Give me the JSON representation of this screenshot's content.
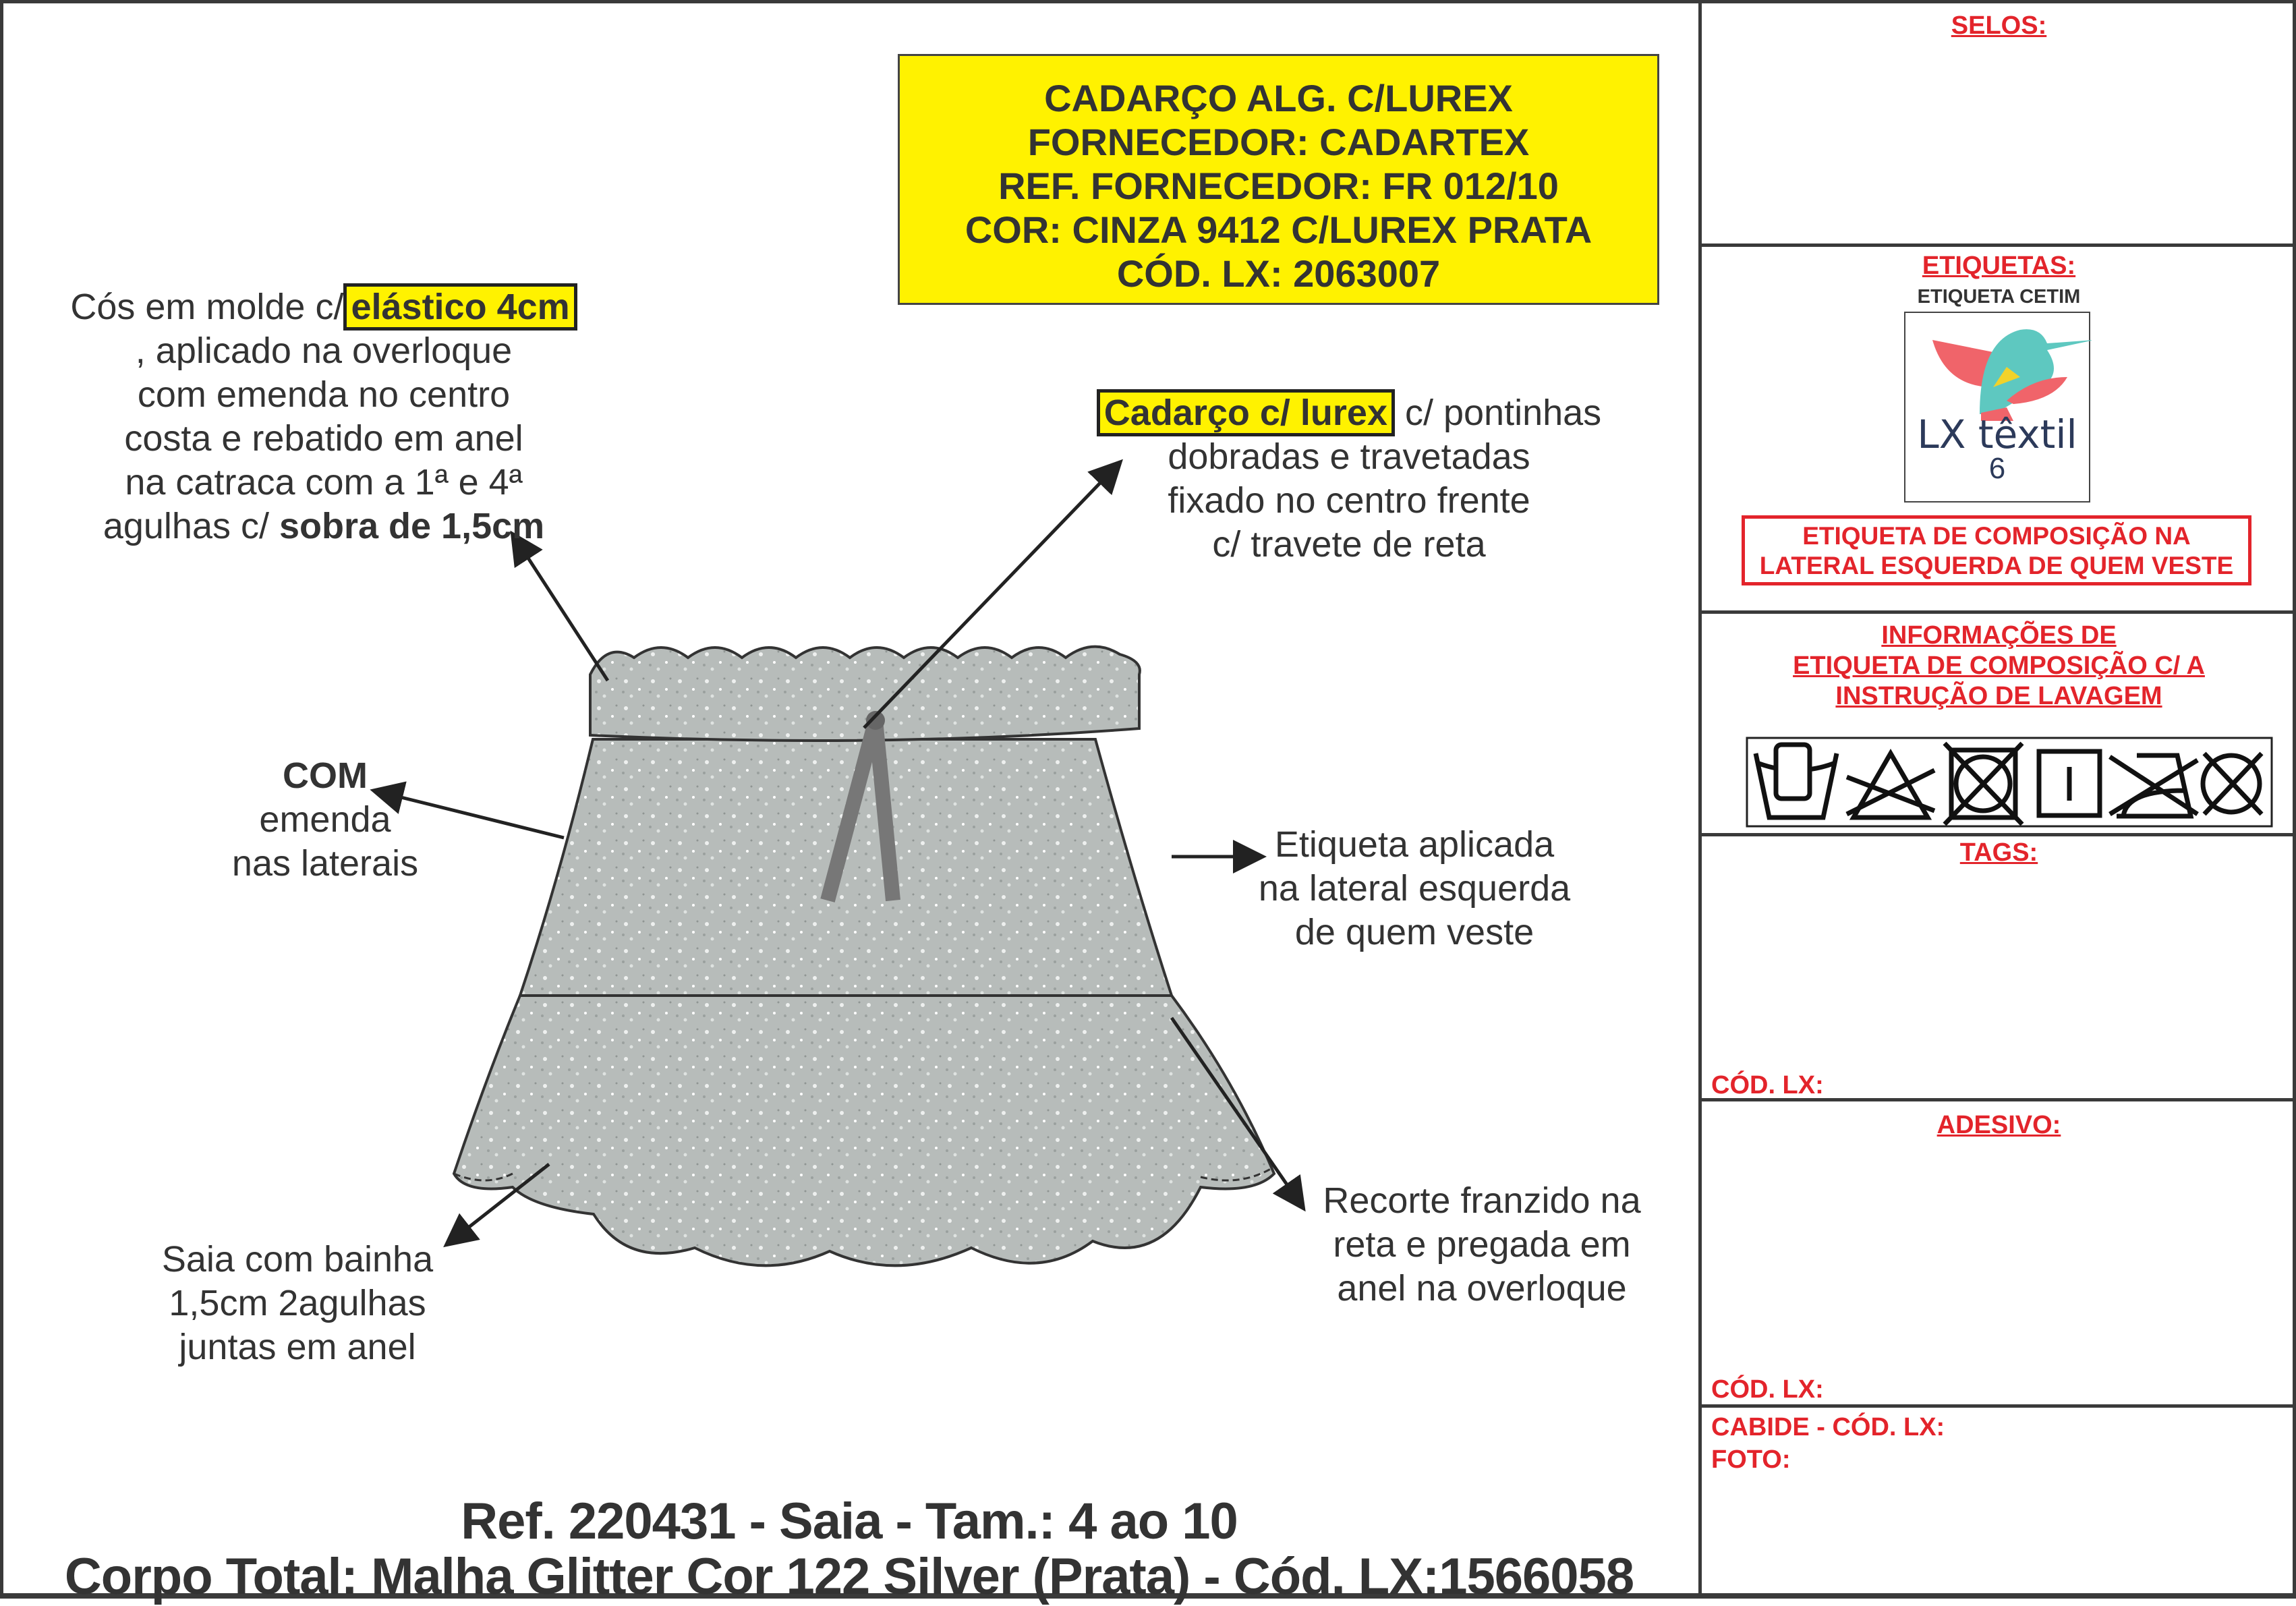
{
  "supplier_box": {
    "lines": [
      "CADARÇO ALG. C/LUREX",
      "FORNECEDOR: CADARTEX",
      "REF. FORNECEDOR: FR 012/10",
      "COR: CINZA 9412 C/LUREX PRATA",
      "CÓD. LX: 2063007"
    ]
  },
  "notes": {
    "waistband": {
      "pre": "Cós em molde c/",
      "highlight": "elástico 4cm",
      "lines": [
        ", aplicado na overloque",
        "com emenda no centro",
        "costa e rebatido em anel",
        "na catraca com a 1ª e 4ª"
      ],
      "last_pre": "agulhas c/ ",
      "last_bold": "sobra de 1,5cm"
    },
    "drawcord": {
      "highlight": "Cadarço c/ lurex",
      "post": " c/ pontinhas",
      "lines": [
        "dobradas e travetadas",
        "fixado no centro frente",
        "c/ travete de reta"
      ]
    },
    "side": {
      "bold": "COM",
      "lines": [
        "emenda",
        "nas laterais"
      ]
    },
    "label": {
      "lines": [
        "Etiqueta aplicada",
        "na lateral esquerda",
        "de quem veste"
      ]
    },
    "ruffle": {
      "lines": [
        "Recorte franzido na",
        "reta e pregada em",
        "anel na overloque"
      ]
    },
    "hem": {
      "lines": [
        "Saia com bainha",
        "1,5cm 2agulhas",
        "juntas em anel"
      ]
    }
  },
  "title": {
    "line1": "Ref. 220431 - Saia - Tam.: 4 ao 10",
    "line2": "Corpo Total: Malha Glitter Cor 122 Silver (Prata) - Cód. LX:1566058"
  },
  "panel": {
    "selos": "SELOS:",
    "etiquetas": "ETIQUETAS:",
    "etiqueta_cetim": "ETIQUETA CETIM",
    "logo_text": "LX têxtil",
    "logo_size": "6",
    "composicao_box": [
      "ETIQUETA DE COMPOSIÇÃO NA",
      "LATERAL ESQUERDA DE QUEM VESTE"
    ],
    "info": [
      "INFORMAÇÕES DE",
      "ETIQUETA DE COMPOSIÇÃO C/ A",
      "INSTRUÇÃO DE LAVAGEM"
    ],
    "tags": "TAGS:",
    "cod_lx_1": "CÓD. LX:",
    "adesivo": "ADESIVO:",
    "cod_lx_2": "CÓD. LX:",
    "cabide": "CABIDE - CÓD. LX:",
    "foto": "FOTO:"
  },
  "colors": {
    "yellow": "#fff200",
    "red": "#e3242b",
    "text": "#333333",
    "fabric": "#b9bdbb"
  }
}
